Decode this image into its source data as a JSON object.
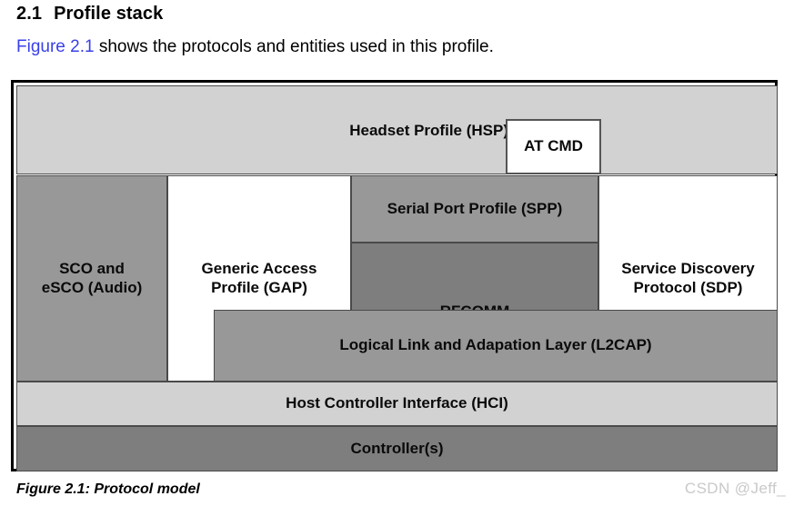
{
  "heading": {
    "number": "2.1",
    "title": "Profile stack"
  },
  "intro": {
    "link_text": "Figure 2.1",
    "rest_text": " shows the protocols and entities used in this profile.",
    "link_color": "#3a40e8"
  },
  "figure": {
    "caption": "Figure 2.1: Protocol model",
    "watermark": "CSDN @Jeff_",
    "colors": {
      "light_gray": "#d2d2d2",
      "mid_gray": "#989898",
      "dark_gray": "#7e7e7e",
      "white": "#ffffff",
      "border": "#4a4a4a",
      "frame": "#000000"
    },
    "blocks": {
      "hsp": {
        "label": "Headset Profile (HSP)",
        "fill": "light_gray"
      },
      "at_cmd": {
        "label": "AT CMD",
        "fill": "white"
      },
      "sco": {
        "line1": "SCO and",
        "line2": "eSCO (Audio)",
        "fill": "mid_gray"
      },
      "gap": {
        "line1": "Generic Access",
        "line2": "Profile (GAP)",
        "fill": "white"
      },
      "spp": {
        "label": "Serial Port Profile (SPP)",
        "fill": "mid_gray"
      },
      "rfcomm": {
        "label": "RFCOMM",
        "fill": "dark_gray"
      },
      "sdp": {
        "line1": "Service Discovery",
        "line2": "Protocol (SDP)",
        "fill": "white"
      },
      "l2cap": {
        "label": "Logical Link and Adapation Layer (L2CAP)",
        "fill": "mid_gray"
      },
      "hci": {
        "label": "Host Controller Interface (HCI)",
        "fill": "light_gray"
      },
      "controller": {
        "label": "Controller(s)",
        "fill": "dark_gray"
      }
    }
  }
}
